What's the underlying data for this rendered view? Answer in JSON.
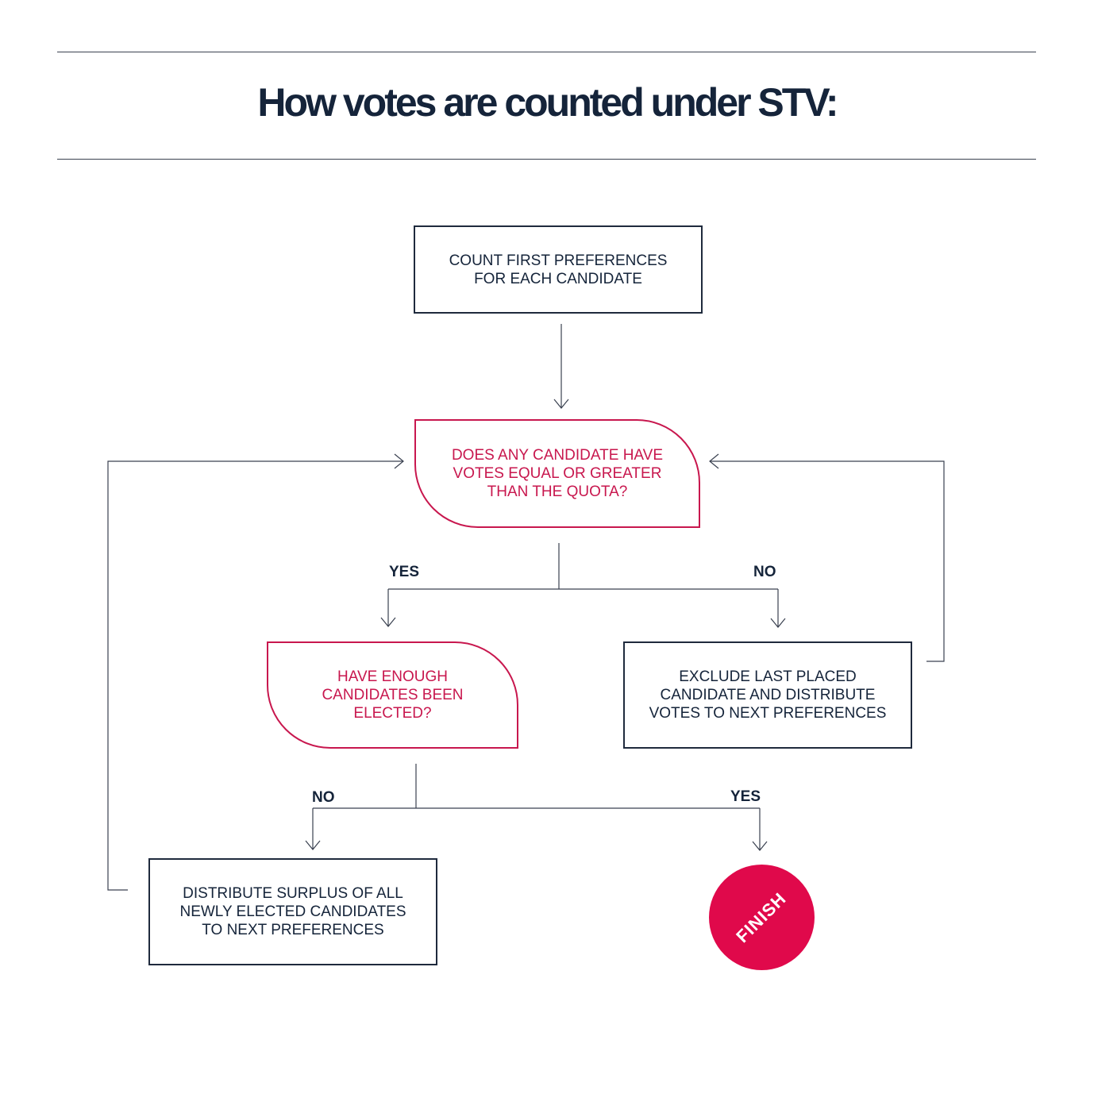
{
  "title": "How votes are counted under STV:",
  "nodes": {
    "count_first": "COUNT FIRST PREFERENCES\nFOR EACH CANDIDATE",
    "quota_question": "DOES ANY CANDIDATE HAVE\nVOTES EQUAL OR GREATER\nTHAN THE QUOTA?",
    "enough_elected": "HAVE ENOUGH\nCANDIDATES BEEN\nELECTED?",
    "exclude_last": "EXCLUDE LAST PLACED\nCANDIDATE AND DISTRIBUTE\nVOTES TO NEXT PREFERENCES",
    "distribute_surplus": "DISTRIBUTE SURPLUS OF ALL\nNEWLY ELECTED CANDIDATES\nTO NEXT PREFERENCES",
    "finish": "FINISH"
  },
  "labels": {
    "quota_yes": "YES",
    "quota_no": "NO",
    "enough_no": "NO",
    "enough_yes": "YES"
  },
  "colors": {
    "navy": "#15243a",
    "decision_accent": "#c8174e",
    "finish_fill": "#e0094b"
  }
}
